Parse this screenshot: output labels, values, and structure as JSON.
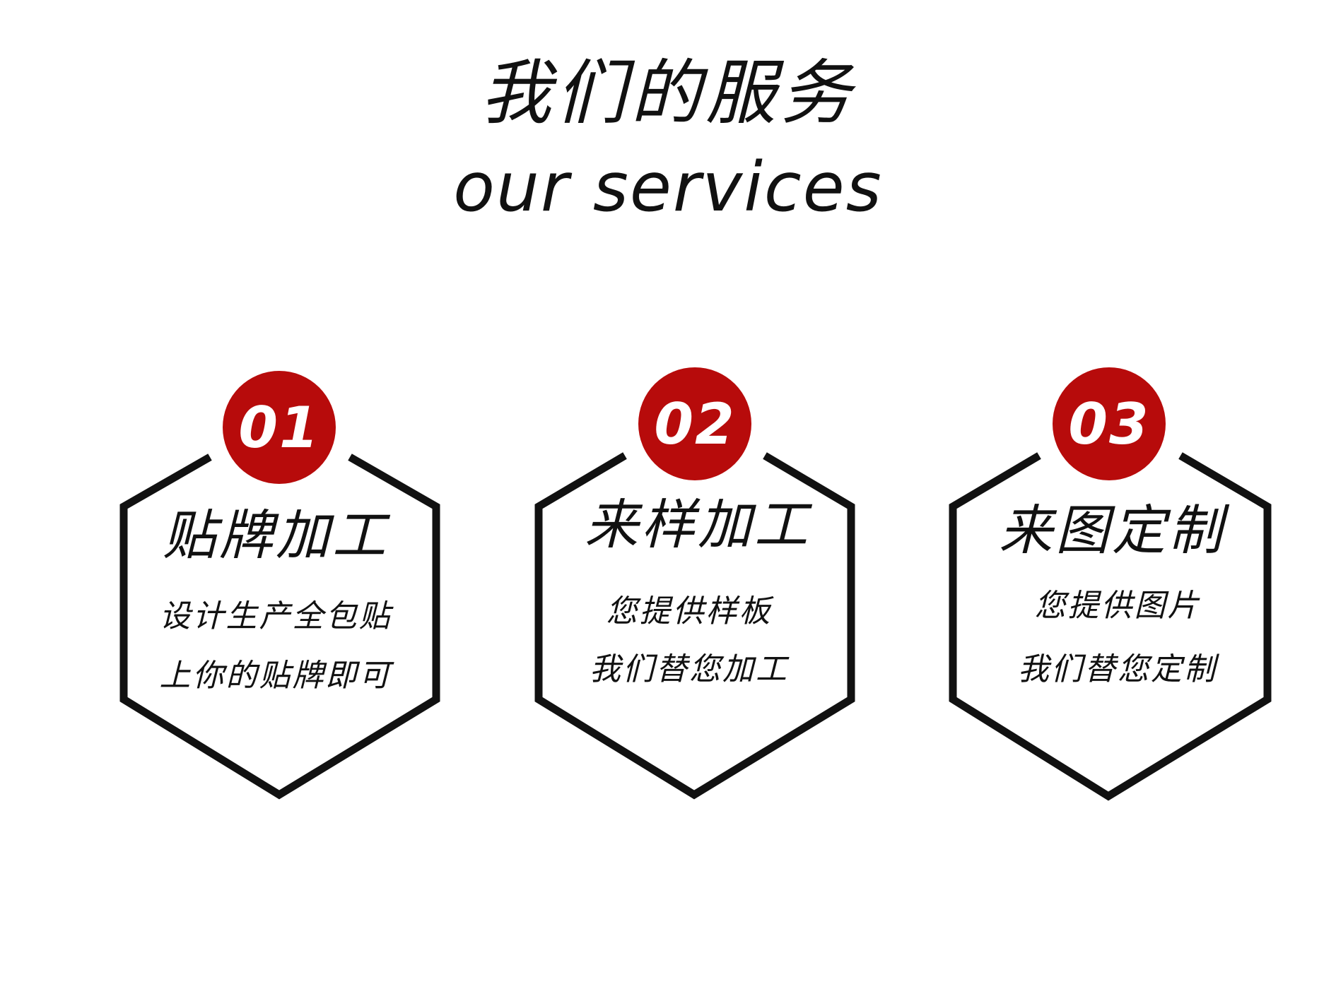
{
  "header": {
    "title_zh": "我们的服务",
    "title_en": "our services"
  },
  "colors": {
    "accent": "#b70b0b",
    "outline": "#111111",
    "text": "#111111"
  },
  "services": [
    {
      "number": "01",
      "title": "贴牌加工",
      "lines": [
        "设计生产全包贴",
        "上你的贴牌即可"
      ]
    },
    {
      "number": "02",
      "title": "来样加工",
      "lines": [
        "您提供样板",
        "我们替您加工"
      ]
    },
    {
      "number": "03",
      "title": "来图定制",
      "lines": [
        "您提供图片",
        "我们替您定制"
      ]
    }
  ]
}
